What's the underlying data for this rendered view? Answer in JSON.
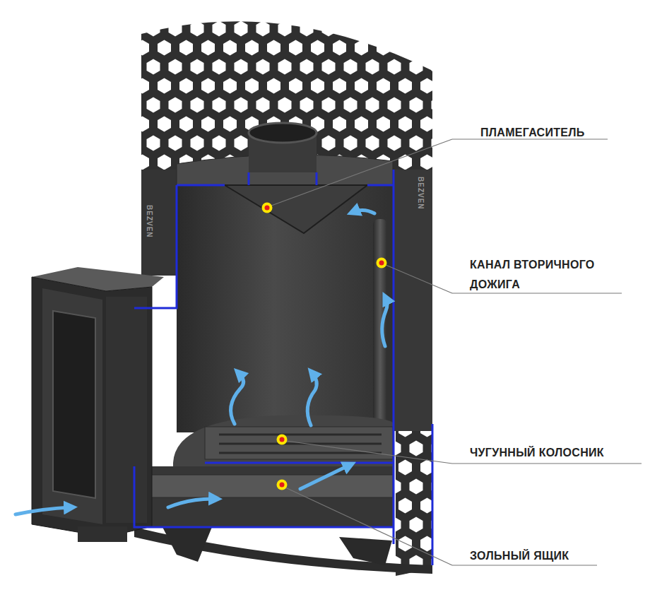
{
  "diagram": {
    "labels": [
      "ПЛАМЕГАСИТЕЛЬ",
      "КАНАЛ ВТОРИЧНОГО ДОЖИГА",
      "ЧУГУННЫЙ КОЛОСНИК",
      "ЗОЛЬНЫЙ ЯЩИК",
      "BEZVEN",
      "BEZVEN"
    ]
  }
}
